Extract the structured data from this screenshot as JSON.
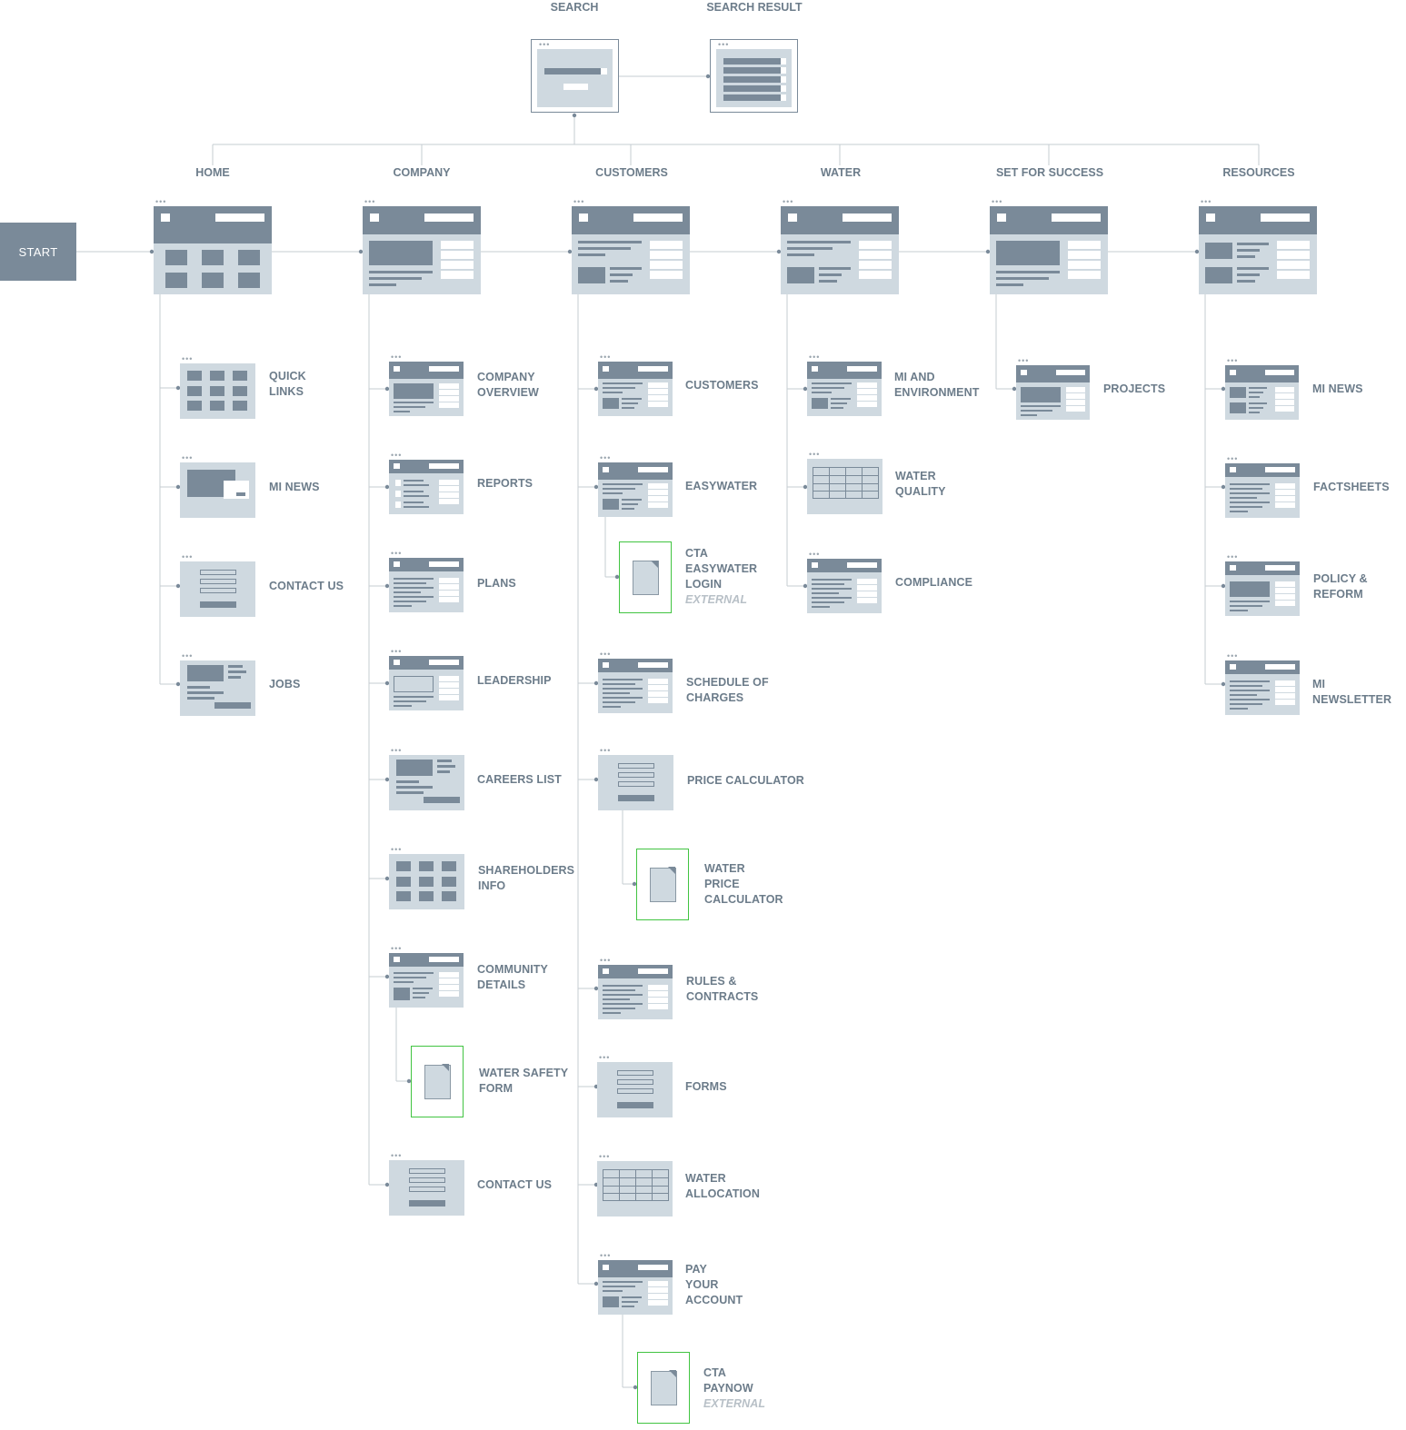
{
  "top": {
    "search": "SEARCH",
    "search_result": "SEARCH RESULT"
  },
  "start": "START",
  "sections": {
    "home": "HOME",
    "company": "COMPANY",
    "customers": "CUSTOMERS",
    "water": "WATER",
    "set_for_success": "SET FOR SUCCESS",
    "resources": "RESOURCES"
  },
  "home": {
    "quick_links": [
      "QUICK",
      "LINKS"
    ],
    "mi_news": "MI NEWS",
    "contact_us": "CONTACT US",
    "jobs": "JOBS"
  },
  "company": {
    "company_overview": [
      "COMPANY",
      "OVERVIEW"
    ],
    "reports": "REPORTS",
    "plans": "PLANS",
    "leadership": "LEADERSHIP",
    "careers_list": "CAREERS LIST",
    "shareholders_info": [
      "SHAREHOLDERS",
      "INFO"
    ],
    "community_details": [
      "COMMUNITY",
      "DETAILS"
    ],
    "water_safety_form": [
      "WATER SAFETY",
      "FORM"
    ],
    "contact_us": "CONTACT US"
  },
  "customers": {
    "customers": "CUSTOMERS",
    "easywater": "EASYWATER",
    "cta_easywater_login": [
      "CTA",
      "EASYWATER",
      "LOGIN"
    ],
    "external_1": "EXTERNAL",
    "schedule_of_charges": [
      "SCHEDULE OF",
      "CHARGES"
    ],
    "price_calculator": "PRICE CALCULATOR",
    "water_price_calculator": [
      "WATER",
      "PRICE",
      "CALCULATOR"
    ],
    "rules_contracts": [
      "RULES &",
      "CONTRACTS"
    ],
    "forms": "FORMS",
    "water_allocation": [
      "WATER",
      "ALLOCATION"
    ],
    "pay_your_account": [
      "PAY",
      "YOUR",
      "ACCOUNT"
    ],
    "cta_paynow": [
      "CTA",
      "PAYNOW"
    ],
    "external_2": "EXTERNAL"
  },
  "water": {
    "mi_and_environment": [
      "MI AND",
      "ENVIRONMENT"
    ],
    "water_quality": [
      "WATER",
      "QUALITY"
    ],
    "compliance": "COMPLIANCE"
  },
  "set_for_success": {
    "projects": "PROJECTS"
  },
  "resources": {
    "mi_news": "MI NEWS",
    "factsheets": "FACTSHEETS",
    "policy_reform": [
      "POLICY &",
      "REFORM"
    ],
    "mi_newsletter": "MI NEWSLETTER"
  },
  "colors": {
    "page_fill": "#cfd9e0",
    "page_dark": "#7a8a99",
    "connector": "#c5ccd2",
    "external_border": "#41c441",
    "label": "#6c7c8a"
  }
}
